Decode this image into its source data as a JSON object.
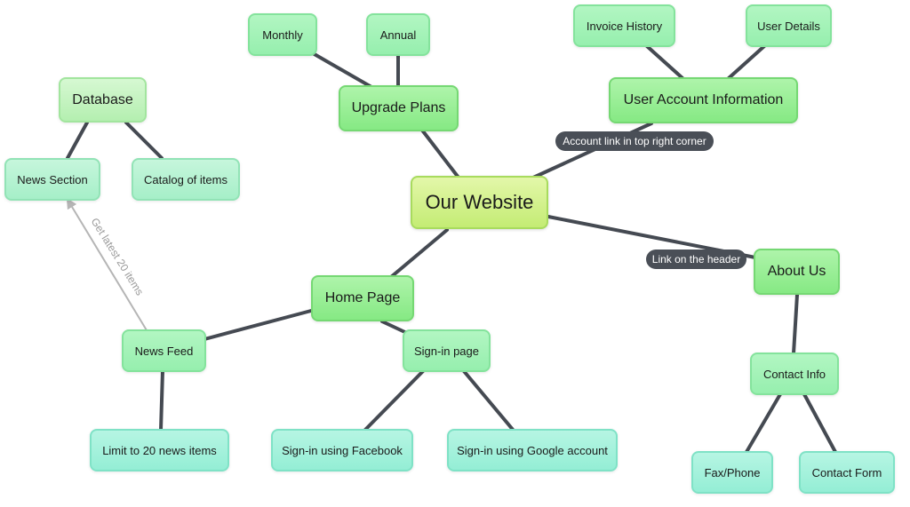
{
  "nodes": {
    "our_website": "Our Website",
    "upgrade_plans": "Upgrade Plans",
    "monthly": "Monthly",
    "annual": "Annual",
    "user_account_information": "User Account Information",
    "invoice_history": "Invoice History",
    "user_details": "User Details",
    "database": "Database",
    "news_section": "News Section",
    "catalog_of_items": "Catalog of items",
    "home_page": "Home Page",
    "news_feed": "News Feed",
    "limit_news": "Limit to 20 news items",
    "sign_in_page": "Sign-in page",
    "sign_in_facebook": "Sign-in using Facebook",
    "sign_in_google": "Sign-in using Google account",
    "about_us": "About Us",
    "contact_info": "Contact Info",
    "fax_phone": "Fax/Phone",
    "contact_form": "Contact Form"
  },
  "edge_labels": {
    "account_link": "Account link in top right corner",
    "header_link": "Link on the header",
    "latest_items": "Get latest 20 items"
  },
  "colors": {
    "connector": "#454a52",
    "arrow": "#b5b5b5"
  }
}
